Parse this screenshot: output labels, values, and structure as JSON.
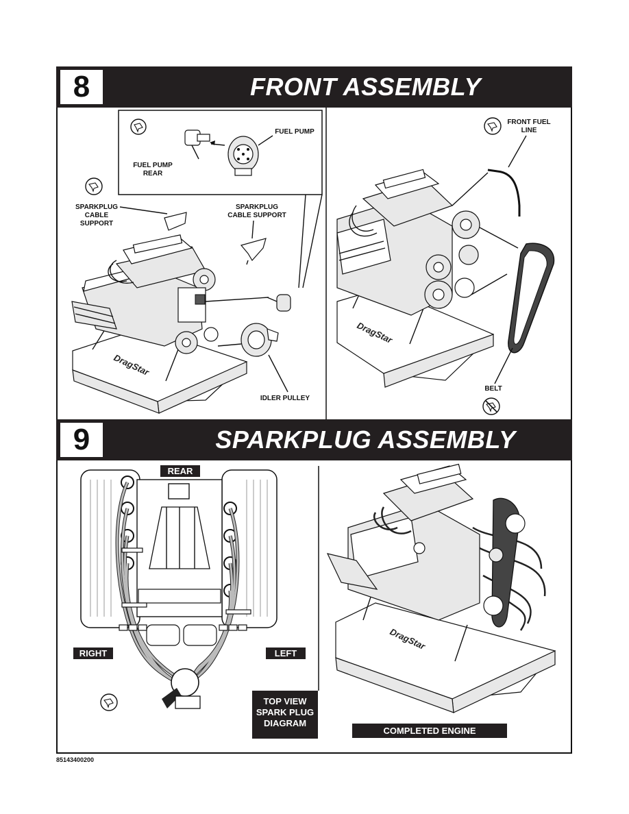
{
  "step8": {
    "number": "8",
    "title": "FRONT ASSEMBLY"
  },
  "step9": {
    "number": "9",
    "title": "SPARKPLUG ASSEMBLY"
  },
  "labels8": {
    "fuel_pump": "FUEL PUMP",
    "fuel_pump_rear": "FUEL PUMP REAR",
    "sparkplug_cable_support_left": "SPARKPLUG CABLE SUPPORT",
    "sparkplug_cable_support_right": "SPARKPLUG CABLE SUPPORT",
    "idler_pulley": "IDLER PULLEY",
    "front_fuel_line": "FRONT FUEL LINE",
    "belt": "BELT"
  },
  "labels9": {
    "rear": "REAR",
    "right": "RIGHT",
    "left": "LEFT",
    "top_view": "TOP VIEW SPARK PLUG DIAGRAM",
    "completed_engine": "COMPLETED ENGINE"
  },
  "footer": {
    "part_number": "85143400200"
  },
  "icons": [
    "glue-icon",
    "no-glue-icon"
  ]
}
